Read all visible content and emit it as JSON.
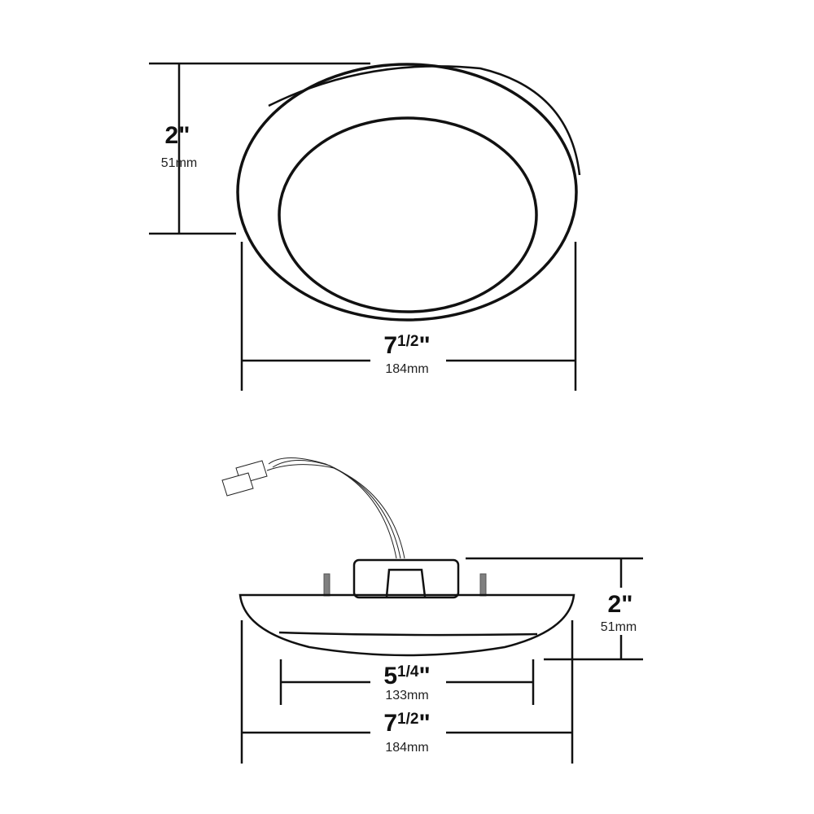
{
  "top_view": {
    "height": {
      "whole": "2",
      "fraction": "",
      "mark": "\"",
      "metric": "51mm"
    },
    "width": {
      "whole": "7",
      "fraction": "1/2",
      "mark": "\"",
      "metric": "184mm"
    }
  },
  "side_view": {
    "height": {
      "whole": "2",
      "fraction": "",
      "mark": "\"",
      "metric": "51mm"
    },
    "lens_width": {
      "whole": "5",
      "fraction": "1/4",
      "mark": "\"",
      "metric": "133mm"
    },
    "width": {
      "whole": "7",
      "fraction": "1/2",
      "mark": "\"",
      "metric": "184mm"
    }
  },
  "colors": {
    "line": "#111111",
    "pin": "#808080"
  }
}
